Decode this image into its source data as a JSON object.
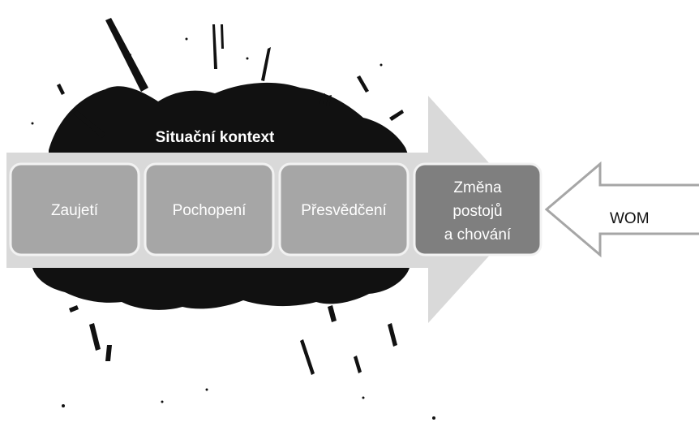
{
  "diagram": {
    "context_label": "Situační kontext",
    "stages": [
      {
        "label": "Zaujetí",
        "kind": "light"
      },
      {
        "label": "Pochopení",
        "kind": "light"
      },
      {
        "label": "Přesvědčení",
        "kind": "light"
      },
      {
        "label_lines": [
          "Změna",
          "postojů",
          "a chování"
        ],
        "kind": "dark"
      }
    ],
    "external_input": {
      "label": "WOM"
    },
    "colors": {
      "splash": "#111111",
      "big_arrow": "#d9d9d9",
      "stage_light_fill": "#a6a6a6",
      "stage_dark_fill": "#7f7f7f",
      "stage_border": "#f2f2f2",
      "wom_arrow_stroke": "#a6a6a6",
      "wom_arrow_fill": "#ffffff"
    }
  }
}
